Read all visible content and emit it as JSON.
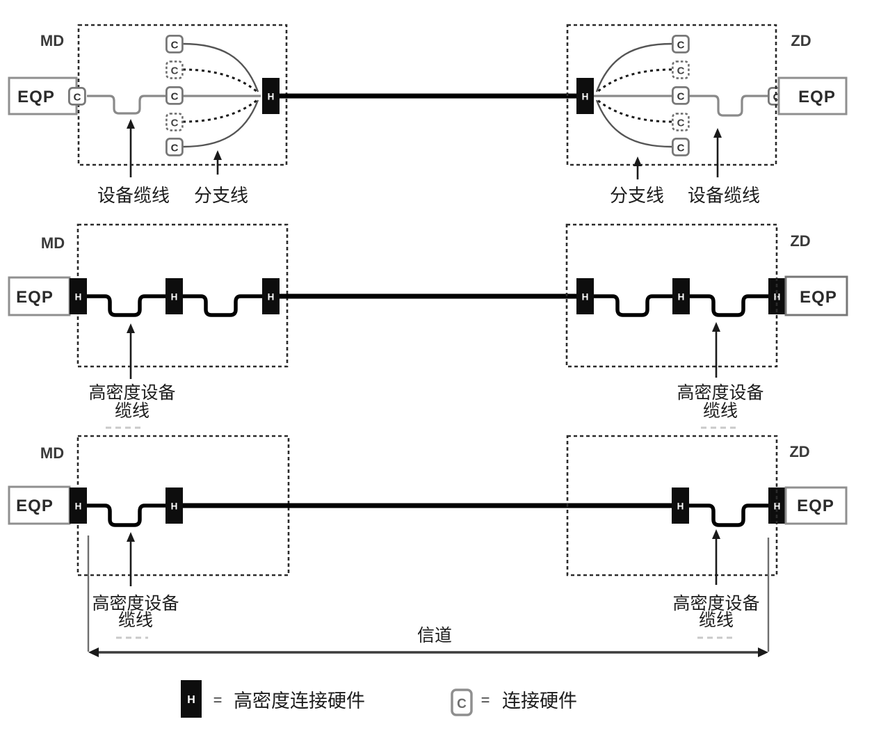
{
  "labels": {
    "md": "MD",
    "zd": "ZD",
    "eqp": "EQP",
    "h": "H",
    "c": "C",
    "equipment_cable": "设备缆线",
    "branch_line": "分支线",
    "hd_cable_line1": "高密度设备",
    "hd_cable_line2": "缆线",
    "channel": "信道",
    "equals": "=",
    "legend_h_label": "高密度连接硬件",
    "legend_c_label": "连接硬件"
  },
  "colors": {
    "trunk_cable": "#000000",
    "equipment_cable_gray": "#8a8a8a",
    "h_block_fill": "#0d0d0d",
    "c_box_border": "#787878",
    "dashed_boundary": "#2b2b2b",
    "text": "#1c1c1c"
  }
}
